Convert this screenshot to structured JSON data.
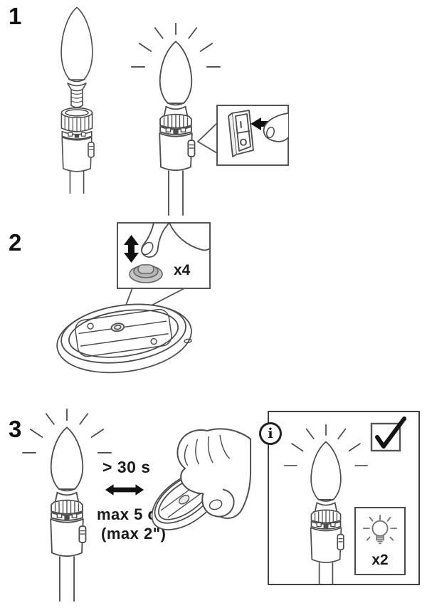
{
  "colors": {
    "paper": "#ffffff",
    "ink": "#111111",
    "line_art": "#4d4d4d",
    "button_gray": "#bdbdbd"
  },
  "step1": {
    "number": "1",
    "rocker_switch": {
      "on_label": "I",
      "off_label": "O"
    }
  },
  "step2": {
    "number": "2",
    "press_count_label": "x4"
  },
  "step3": {
    "number": "3",
    "hold_time_label": "> 30 s",
    "max_distance_metric_label": "max 5 cm",
    "max_distance_imperial_label": "(max 2\")",
    "info_icon_label": "i",
    "bulb_blink_count_label": "x2"
  },
  "icons": {
    "info": "info-icon",
    "checkmark": "checkmark-icon",
    "blinking_bulb": "blinking-bulb-icon",
    "press_direction": "up-down-arrow-icon",
    "move_distance": "left-right-arrow-icon",
    "switch_press": "left-arrow-icon"
  }
}
